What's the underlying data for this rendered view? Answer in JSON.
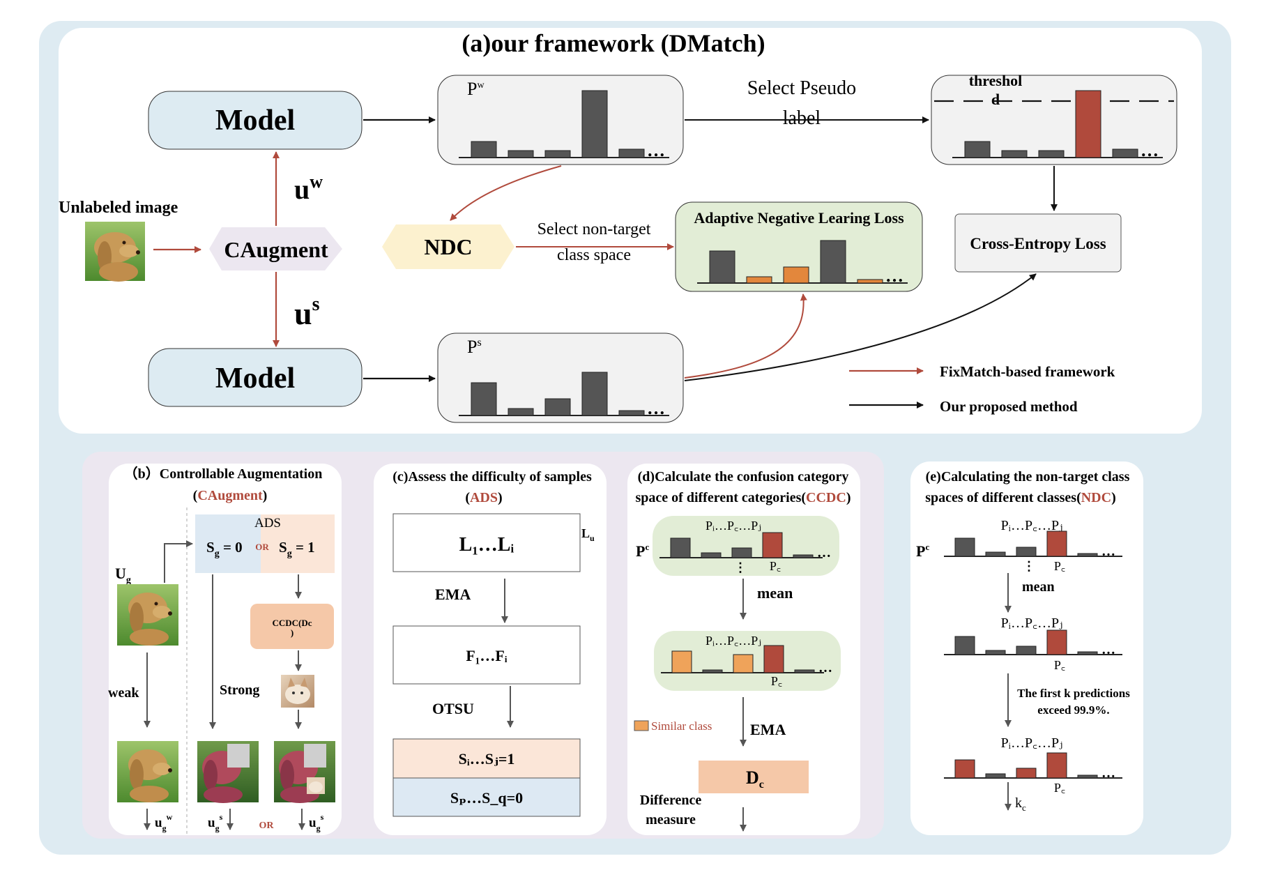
{
  "panel_a": {
    "title": "(a)our framework (DMatch)",
    "model_top": "Model",
    "model_bottom": "Model",
    "unlabeled_image": "Unlabeled image",
    "caugment": "CAugment",
    "uw_base": "u",
    "uw_sup": "w",
    "us_base": "u",
    "us_sup": "s",
    "pw_base": "P",
    "pw_sup": "w",
    "ps_base": "P",
    "ps_sup": "s",
    "select_pseudo_line1": "Select Pseudo",
    "select_pseudo_line2": "label",
    "threshold_line1": "threshol",
    "threshold_line2": "d",
    "ndc": "NDC",
    "select_nontarget_line1": "Select non-target",
    "select_nontarget_line2": "class space",
    "adaptive_loss": "Adaptive Negative Learing Loss",
    "cross_entropy": "Cross-Entropy Loss",
    "legend_fixmatch": "FixMatch-based framework",
    "legend_ours": "Our proposed method",
    "dots": "…"
  },
  "panel_b": {
    "title_line1": "（b）Controllable Augmentation",
    "title_open": "(",
    "title_red": "CAugment",
    "title_close": ")",
    "ads": "ADS",
    "sg0_base": "S",
    "sg0_sub": "g",
    "sg0_rest": " = 0",
    "or": "OR",
    "sg1_base": "S",
    "sg1_sub": "g",
    "sg1_rest": " = 1",
    "ccdc_line1": "CCDC(Dc",
    "ccdc_line2": ")",
    "ug_base": "U",
    "ug_sub": "g",
    "weak": "weak",
    "strong": "Strong",
    "out_w_base": "u",
    "out_w_sub": "g",
    "out_w_sup": "w",
    "out_s1_base": "u",
    "out_s1_sub": "g",
    "out_s1_sup": "s",
    "out_or": "OR",
    "out_s2_base": "u",
    "out_s2_sub": "g",
    "out_s2_sup": "s"
  },
  "panel_c": {
    "title_line1": "(c)Assess the difficulty of samples",
    "title_open": "(",
    "title_red": "ADS",
    "title_close": ")",
    "l_box": "L₁…Lᵢ",
    "lu_base": "L",
    "lu_sub": "u",
    "ema": "EMA",
    "f_box": "F₁…Fᵢ",
    "otsu": "OTSU",
    "s1": "Sᵢ…Sⱼ=1",
    "s0": "Sₚ…S_q=0"
  },
  "panel_d": {
    "title_line1": "(d)Calculate the confusion category",
    "title_line2a": "space of different categories(",
    "title_red": "CCDC",
    "title_close": ")",
    "pc_base": "P",
    "pc_sup": "c",
    "pi_pc_pj": "Pᵢ…P꜀…Pⱼ",
    "pc_label": "P꜀",
    "mean": "mean",
    "similar_class": "Similar class",
    "ema": "EMA",
    "dc_base": "D",
    "dc_sub": "c",
    "diff_line1": "Difference",
    "diff_line2": "measure"
  },
  "panel_e": {
    "title_line1": "(e)Calculating the non-target class",
    "title_line2a": "spaces of different classes(",
    "title_red": "NDC",
    "title_close": ")",
    "pc_base": "P",
    "pc_sup": "c",
    "pi_pc_pj": "Pᵢ…P꜀…Pⱼ",
    "pc_label": "P꜀",
    "mean": "mean",
    "firstk_line1": "The first k predictions",
    "firstk_line2": "exceed 99.9%.",
    "kc_base": "k",
    "kc_sub": "c"
  },
  "colors": {
    "outer_bg": "#deebf2",
    "panel_bg": "#ffffff",
    "model_fill": "#ddebf2",
    "bar_dark": "#555555",
    "bar_red": "#b04a3c",
    "bar_orange": "#e39a55",
    "ndc_fill": "#fcf1cf",
    "green_fill": "#e2edd6",
    "peach_fill": "#f5c8a8",
    "accent_red": "#b04a3c",
    "ads_blue": "#dde9f3",
    "ads_peach": "#fbe6d8",
    "lavender_bg": "#ece7f0"
  }
}
